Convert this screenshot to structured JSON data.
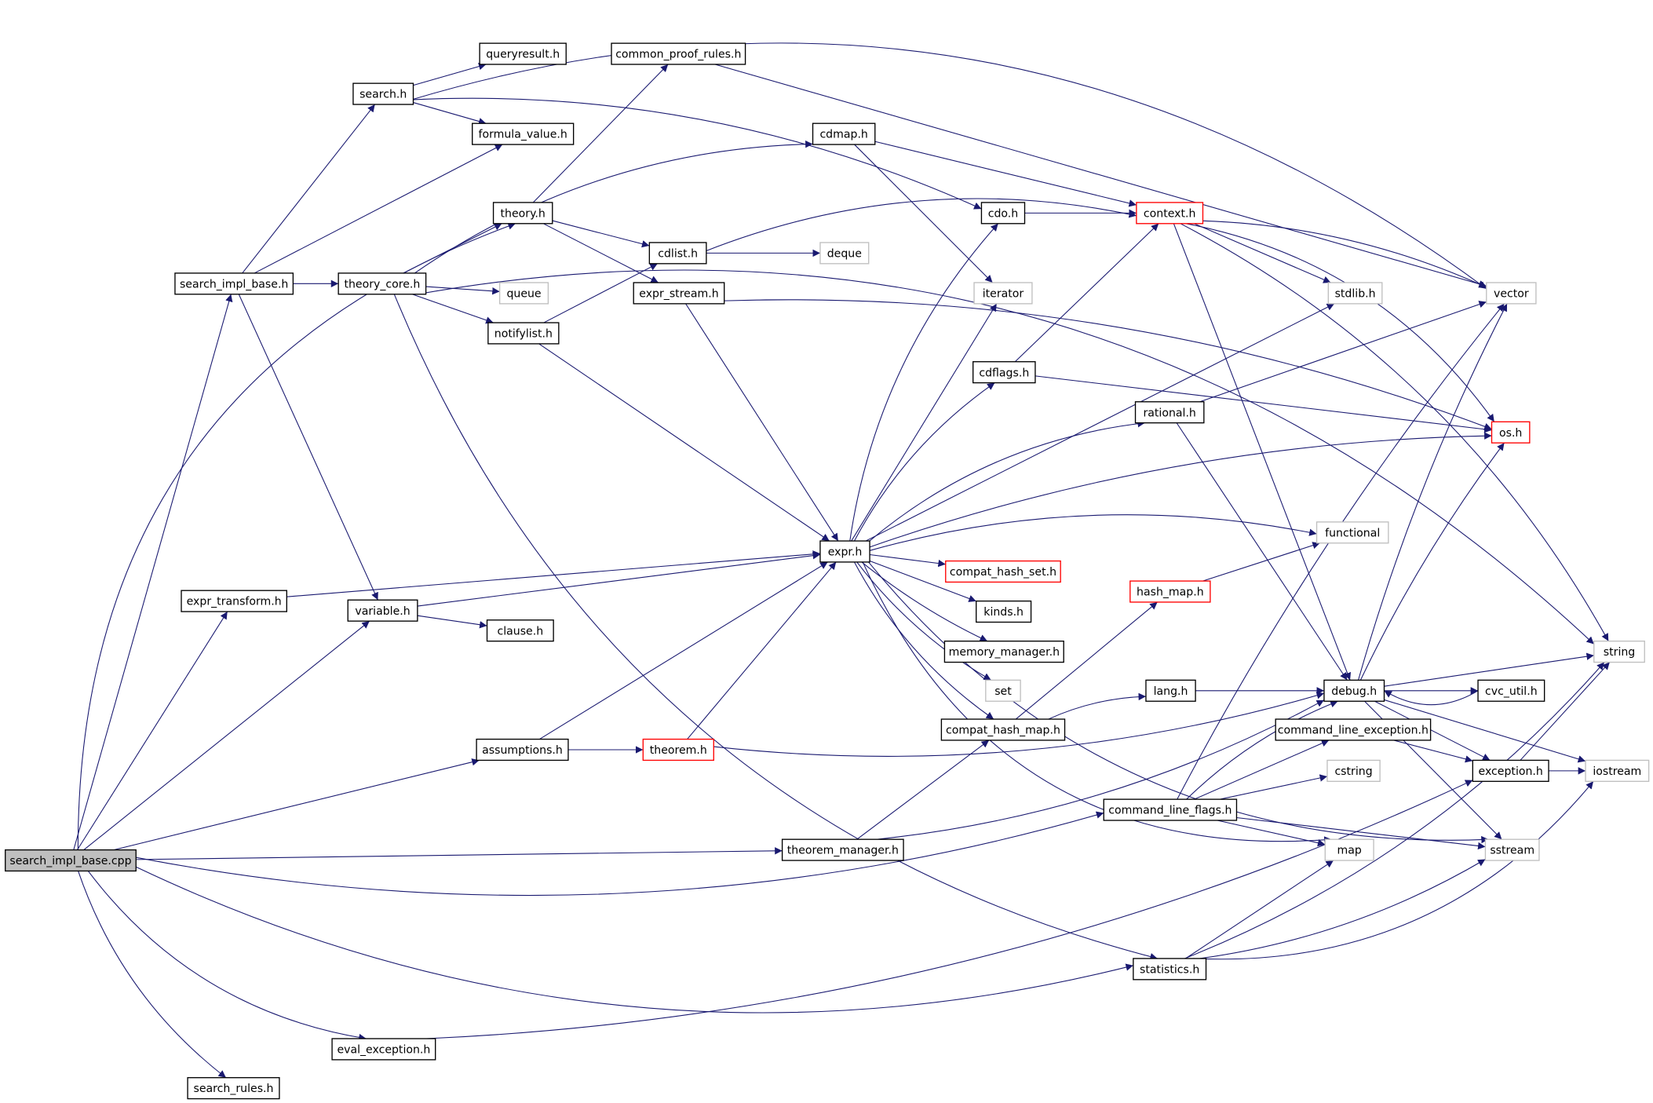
{
  "graph": {
    "title": "search_impl_base.cpp",
    "colors": {
      "edge": "#191970",
      "root_fill": "#bfbfbf",
      "red_border": "#ff0000",
      "external_border": "#bfbfbf",
      "file_border": "#000000"
    },
    "nodes": [
      {
        "id": "cpp",
        "label": "search_impl_base.cpp",
        "kind": "root"
      },
      {
        "id": "search_rules",
        "label": "search_rules.h",
        "kind": "file"
      },
      {
        "id": "eval_exception",
        "label": "eval_exception.h",
        "kind": "file"
      },
      {
        "id": "search",
        "label": "search.h",
        "kind": "file"
      },
      {
        "id": "queryresult",
        "label": "queryresult.h",
        "kind": "file"
      },
      {
        "id": "common_proof_rules",
        "label": "common_proof_rules.h",
        "kind": "file"
      },
      {
        "id": "formula_value",
        "label": "formula_value.h",
        "kind": "file"
      },
      {
        "id": "cdmap",
        "label": "cdmap.h",
        "kind": "file"
      },
      {
        "id": "theory",
        "label": "theory.h",
        "kind": "file"
      },
      {
        "id": "cdo",
        "label": "cdo.h",
        "kind": "file"
      },
      {
        "id": "context",
        "label": "context.h",
        "kind": "red"
      },
      {
        "id": "search_impl_base_h",
        "label": "search_impl_base.h",
        "kind": "file"
      },
      {
        "id": "theory_core",
        "label": "theory_core.h",
        "kind": "file"
      },
      {
        "id": "queue",
        "label": "queue",
        "kind": "external"
      },
      {
        "id": "cdlist",
        "label": "cdlist.h",
        "kind": "file"
      },
      {
        "id": "deque",
        "label": "deque",
        "kind": "external"
      },
      {
        "id": "expr_stream",
        "label": "expr_stream.h",
        "kind": "file"
      },
      {
        "id": "iterator",
        "label": "iterator",
        "kind": "external"
      },
      {
        "id": "stdlib",
        "label": "stdlib.h",
        "kind": "external"
      },
      {
        "id": "vector",
        "label": "vector",
        "kind": "external"
      },
      {
        "id": "notifylist",
        "label": "notifylist.h",
        "kind": "file"
      },
      {
        "id": "cdflags",
        "label": "cdflags.h",
        "kind": "file"
      },
      {
        "id": "rational",
        "label": "rational.h",
        "kind": "file"
      },
      {
        "id": "os",
        "label": "os.h",
        "kind": "red"
      },
      {
        "id": "expr",
        "label": "expr.h",
        "kind": "file"
      },
      {
        "id": "functional",
        "label": "functional",
        "kind": "external"
      },
      {
        "id": "compat_hash_set",
        "label": "compat_hash_set.h",
        "kind": "red"
      },
      {
        "id": "hash_map",
        "label": "hash_map.h",
        "kind": "red"
      },
      {
        "id": "expr_transform",
        "label": "expr_transform.h",
        "kind": "file"
      },
      {
        "id": "variable",
        "label": "variable.h",
        "kind": "file"
      },
      {
        "id": "clause",
        "label": "clause.h",
        "kind": "file"
      },
      {
        "id": "kinds",
        "label": "kinds.h",
        "kind": "file"
      },
      {
        "id": "memory_manager",
        "label": "memory_manager.h",
        "kind": "file"
      },
      {
        "id": "set",
        "label": "set",
        "kind": "external"
      },
      {
        "id": "string",
        "label": "string",
        "kind": "external"
      },
      {
        "id": "lang",
        "label": "lang.h",
        "kind": "file"
      },
      {
        "id": "debug",
        "label": "debug.h",
        "kind": "file"
      },
      {
        "id": "cvc_util",
        "label": "cvc_util.h",
        "kind": "file"
      },
      {
        "id": "compat_hash_map",
        "label": "compat_hash_map.h",
        "kind": "file"
      },
      {
        "id": "command_line_exception",
        "label": "command_line_exception.h",
        "kind": "file"
      },
      {
        "id": "assumptions",
        "label": "assumptions.h",
        "kind": "file"
      },
      {
        "id": "theorem",
        "label": "theorem.h",
        "kind": "red"
      },
      {
        "id": "cstring",
        "label": "cstring",
        "kind": "external"
      },
      {
        "id": "exception",
        "label": "exception.h",
        "kind": "file"
      },
      {
        "id": "iostream",
        "label": "iostream",
        "kind": "external"
      },
      {
        "id": "command_line_flags",
        "label": "command_line_flags.h",
        "kind": "file"
      },
      {
        "id": "map",
        "label": "map",
        "kind": "external"
      },
      {
        "id": "sstream",
        "label": "sstream",
        "kind": "external"
      },
      {
        "id": "theorem_manager",
        "label": "theorem_manager.h",
        "kind": "file"
      },
      {
        "id": "statistics",
        "label": "statistics.h",
        "kind": "file"
      }
    ],
    "edges": [
      [
        "cpp",
        "search_impl_base_h"
      ],
      [
        "cpp",
        "expr_transform"
      ],
      [
        "cpp",
        "variable"
      ],
      [
        "cpp",
        "assumptions"
      ],
      [
        "cpp",
        "theorem_manager"
      ],
      [
        "cpp",
        "command_line_flags"
      ],
      [
        "cpp",
        "statistics"
      ],
      [
        "cpp",
        "eval_exception"
      ],
      [
        "cpp",
        "search_rules"
      ],
      [
        "cpp",
        "theory"
      ],
      [
        "search_impl_base_h",
        "search"
      ],
      [
        "search_impl_base_h",
        "formula_value"
      ],
      [
        "search_impl_base_h",
        "theory_core"
      ],
      [
        "search_impl_base_h",
        "variable"
      ],
      [
        "search",
        "queryresult"
      ],
      [
        "search",
        "formula_value"
      ],
      [
        "search",
        "vector"
      ],
      [
        "search",
        "cdo"
      ],
      [
        "common_proof_rules",
        "vector"
      ],
      [
        "theory",
        "common_proof_rules"
      ],
      [
        "theory",
        "cdlist"
      ],
      [
        "theory",
        "expr_stream"
      ],
      [
        "theory_core",
        "theory"
      ],
      [
        "theory_core",
        "cdmap"
      ],
      [
        "theory_core",
        "queue"
      ],
      [
        "theory_core",
        "notifylist"
      ],
      [
        "theory_core",
        "string"
      ],
      [
        "theory_core",
        "statistics"
      ],
      [
        "cdmap",
        "context"
      ],
      [
        "cdmap",
        "iterator"
      ],
      [
        "cdo",
        "context"
      ],
      [
        "cdlist",
        "deque"
      ],
      [
        "cdlist",
        "context"
      ],
      [
        "notifylist",
        "cdlist"
      ],
      [
        "notifylist",
        "expr"
      ],
      [
        "expr_stream",
        "expr"
      ],
      [
        "expr_stream",
        "os"
      ],
      [
        "context",
        "vector"
      ],
      [
        "context",
        "stdlib"
      ],
      [
        "context",
        "os"
      ],
      [
        "context",
        "string"
      ],
      [
        "context",
        "debug"
      ],
      [
        "cdflags",
        "context"
      ],
      [
        "cdflags",
        "os"
      ],
      [
        "rational",
        "vector"
      ],
      [
        "rational",
        "debug"
      ],
      [
        "expr",
        "cdo"
      ],
      [
        "expr",
        "iterator"
      ],
      [
        "expr",
        "cdflags"
      ],
      [
        "expr",
        "rational"
      ],
      [
        "expr",
        "os"
      ],
      [
        "expr",
        "functional"
      ],
      [
        "expr",
        "compat_hash_set"
      ],
      [
        "expr",
        "kinds"
      ],
      [
        "expr",
        "memory_manager"
      ],
      [
        "expr",
        "set"
      ],
      [
        "expr",
        "compat_hash_map"
      ],
      [
        "expr",
        "map"
      ],
      [
        "expr",
        "sstream"
      ],
      [
        "expr",
        "stdlib"
      ],
      [
        "hash_map",
        "functional"
      ],
      [
        "compat_hash_map",
        "hash_map"
      ],
      [
        "compat_hash_map",
        "lang"
      ],
      [
        "expr_transform",
        "expr"
      ],
      [
        "variable",
        "expr"
      ],
      [
        "variable",
        "clause"
      ],
      [
        "assumptions",
        "expr"
      ],
      [
        "assumptions",
        "theorem"
      ],
      [
        "theorem",
        "expr"
      ],
      [
        "theorem",
        "debug"
      ],
      [
        "lang",
        "debug"
      ],
      [
        "debug",
        "os"
      ],
      [
        "debug",
        "vector"
      ],
      [
        "debug",
        "string"
      ],
      [
        "debug",
        "cvc_util"
      ],
      [
        "debug",
        "exception"
      ],
      [
        "debug",
        "iostream"
      ],
      [
        "debug",
        "sstream"
      ],
      [
        "cvc_util",
        "debug"
      ],
      [
        "command_line_exception",
        "exception"
      ],
      [
        "exception",
        "string"
      ],
      [
        "exception",
        "iostream"
      ],
      [
        "command_line_flags",
        "command_line_exception"
      ],
      [
        "command_line_flags",
        "cstring"
      ],
      [
        "command_line_flags",
        "map"
      ],
      [
        "command_line_flags",
        "sstream"
      ],
      [
        "command_line_flags",
        "vector"
      ],
      [
        "command_line_flags",
        "debug"
      ],
      [
        "theorem_manager",
        "compat_hash_map"
      ],
      [
        "theorem_manager",
        "debug"
      ],
      [
        "statistics",
        "map"
      ],
      [
        "statistics",
        "sstream"
      ],
      [
        "statistics",
        "iostream"
      ],
      [
        "statistics",
        "string"
      ],
      [
        "eval_exception",
        "exception"
      ]
    ]
  }
}
